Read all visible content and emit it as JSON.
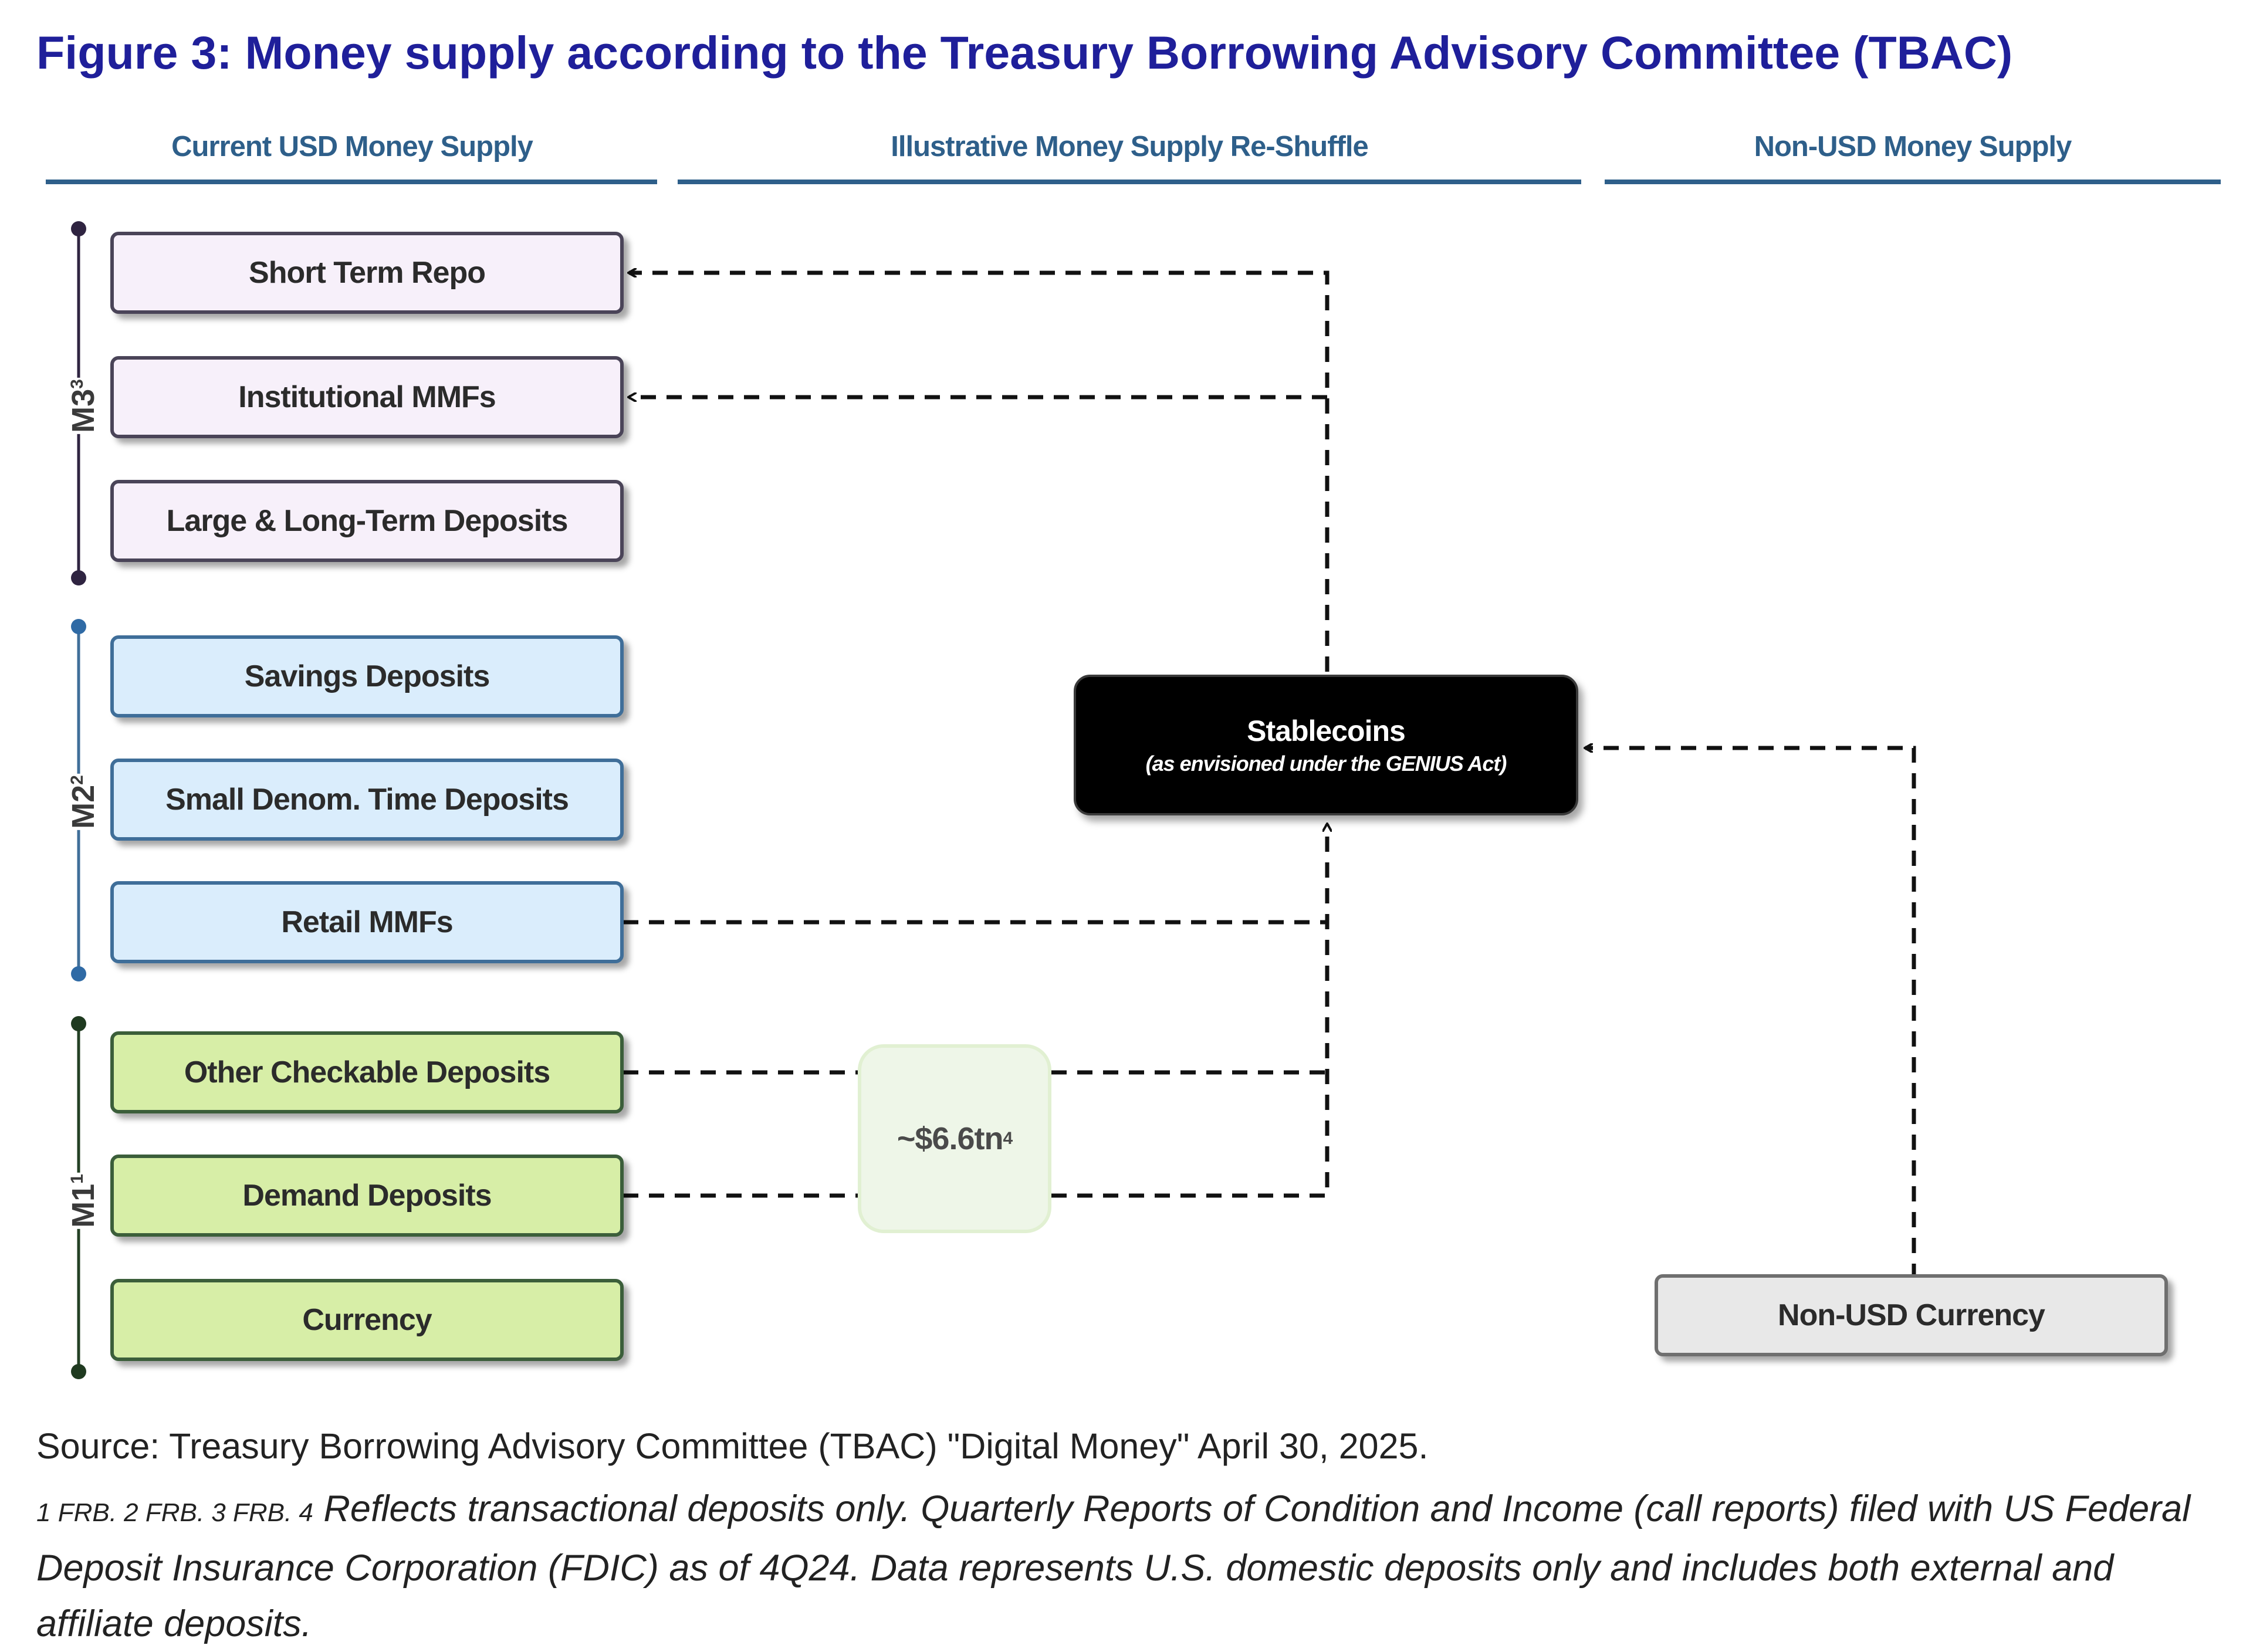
{
  "title": "Figure 3: Money supply according to the Treasury Borrowing Advisory Committee (TBAC)",
  "columns": {
    "current": "Current USD Money Supply",
    "reshuffle": "Illustrative Money Supply Re-Shuffle",
    "non_usd": "Non-USD Money Supply"
  },
  "groups": {
    "m3": {
      "label": "M3",
      "sup": "3"
    },
    "m2": {
      "label": "M2",
      "sup": "2"
    },
    "m1": {
      "label": "M1",
      "sup": "1"
    }
  },
  "nodes": {
    "short_term_repo": "Short Term Repo",
    "institutional_mmfs": "Institutional MMFs",
    "large_long_term_deposits": "Large & Long-Term Deposits",
    "savings_deposits": "Savings Deposits",
    "small_denom_time_deposits": "Small Denom. Time Deposits",
    "retail_mmfs": "Retail MMFs",
    "other_checkable_deposits": "Other Checkable Deposits",
    "demand_deposits": "Demand Deposits",
    "currency": "Currency",
    "non_usd_currency": "Non-USD Currency"
  },
  "stablecoins": {
    "title": "Stablecoins",
    "subtitle": "(as envisioned under the GENIUS Act)"
  },
  "amount": {
    "value": "~$6.6tn",
    "sup": "4"
  },
  "colors": {
    "title": "#1f1f9a",
    "header": "#2e5f8a",
    "m3_fill": "#f7f0fa",
    "m2_fill": "#daedfc",
    "m1_fill": "#d7eea7",
    "stablecoins_fill": "#000000",
    "non_usd_fill": "#e8e8e8"
  },
  "source": "Source: Treasury Borrowing Advisory Committee (TBAC) \"Digital Money\" April 30, 2025.",
  "footnote": {
    "marks": "1 FRB. 2 FRB. 3 FRB. 4",
    "text": "Reflects transactional deposits only. Quarterly Reports of Condition and Income (call reports) filed with US Federal Deposit Insurance Corporation (FDIC) as of 4Q24. Data represents U.S. domestic deposits only and includes both external and affiliate deposits."
  }
}
